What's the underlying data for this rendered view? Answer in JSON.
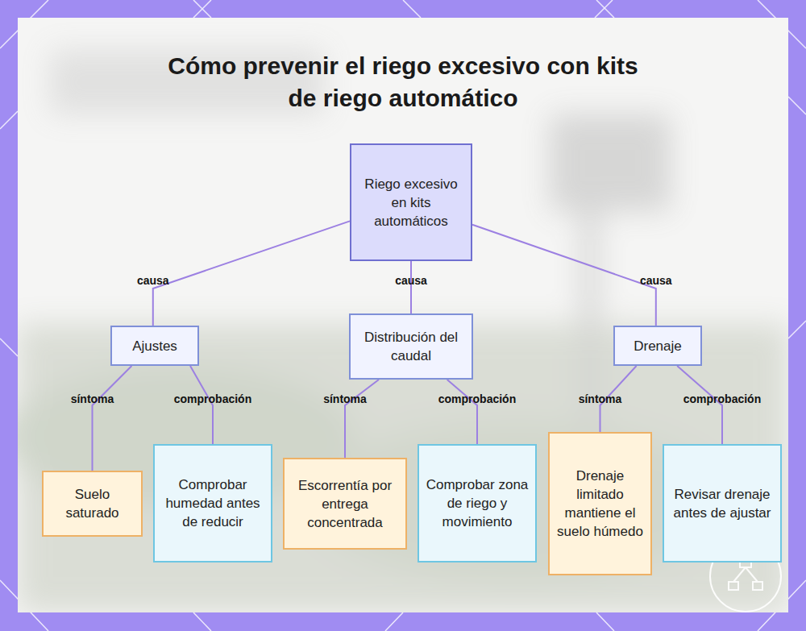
{
  "diagram": {
    "title": "Cómo prevenir el riego excesivo con kits de riego automático",
    "nodes": [
      {
        "text": [
          "Riego excesivo en kits automáticos"
        ]
      },
      {
        "text": [
          "Ajustes"
        ]
      },
      {
        "text": [
          "Distribución del caudal"
        ]
      },
      {
        "text": [
          "Drenaje"
        ]
      },
      {
        "text": [
          "Suelo saturado"
        ]
      },
      {
        "text": [
          "Comprobar humedad antes de reducir"
        ]
      },
      {
        "text": [
          "Escorrentía por entrega concentrada"
        ]
      },
      {
        "text": [
          "Comprobar zona de riego y movimiento"
        ]
      },
      {
        "text": [
          "Drenaje limitado mantiene el suelo húmedo"
        ]
      },
      {
        "text": [
          "Revisar drenaje antes de ajustar"
        ]
      }
    ],
    "edges": [
      {
        "from": 0,
        "to": 1,
        "label": "causa",
        "arrow": "none"
      },
      {
        "from": 0,
        "to": 2,
        "label": "causa",
        "arrow": "none"
      },
      {
        "from": 0,
        "to": 3,
        "label": "causa",
        "arrow": "none"
      },
      {
        "from": 1,
        "to": 4,
        "label": "síntoma",
        "arrow": "none"
      },
      {
        "from": 1,
        "to": 5,
        "label": "comprobación",
        "arrow": "none"
      },
      {
        "from": 2,
        "to": 6,
        "label": "síntoma",
        "arrow": "none"
      },
      {
        "from": 2,
        "to": 7,
        "label": "comprobación",
        "arrow": "none"
      },
      {
        "from": 3,
        "to": 8,
        "label": "síntoma",
        "arrow": "none"
      },
      {
        "from": 3,
        "to": 9,
        "label": "comprobación",
        "arrow": "none"
      }
    ]
  }
}
